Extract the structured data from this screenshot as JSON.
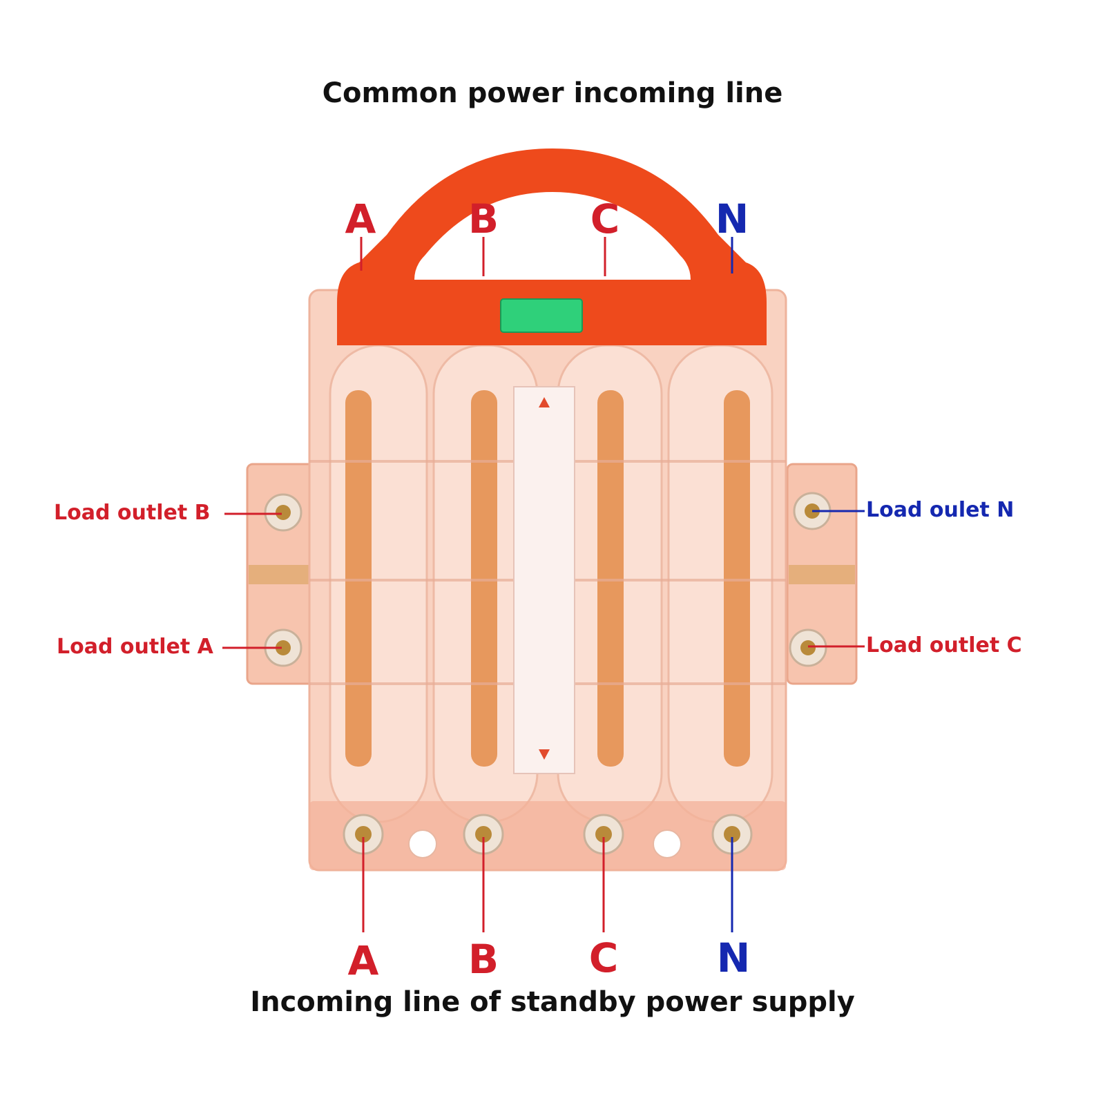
{
  "top_title": "Common power incoming line",
  "bottom_title": "Incoming line of standby power supply",
  "top_phases": [
    "A",
    "B",
    "C",
    "N"
  ],
  "bottom_phases": [
    "A",
    "B",
    "C",
    "N"
  ],
  "outlets": {
    "load_b": "Load outlet B",
    "load_a": "Load outlet A",
    "load_n": "Load oulet N",
    "load_c": "Load outlet C"
  },
  "colors": {
    "phase": "#d21f2a",
    "neutral": "#1528b0",
    "handle": "#ee4a1c",
    "housing": "#f8c9b6",
    "copper": "#d4742e",
    "indicator": "#2fd07a"
  }
}
